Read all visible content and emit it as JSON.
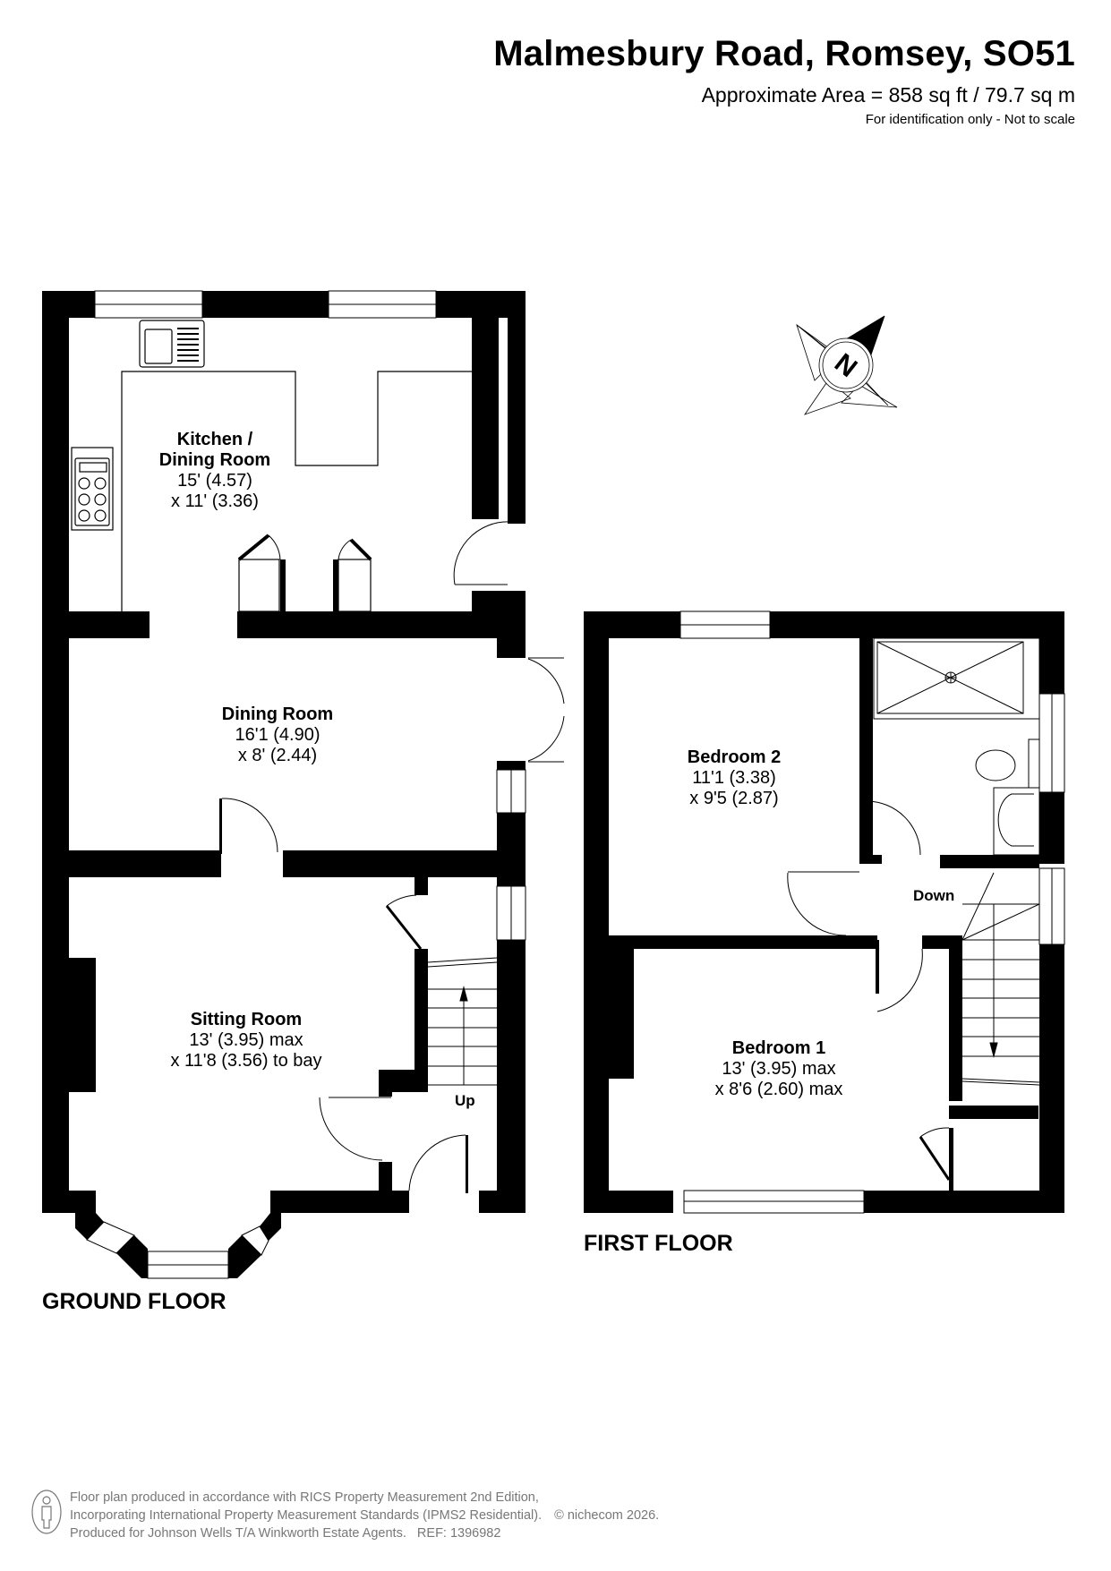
{
  "header": {
    "title": "Malmesbury Road, Romsey, SO51",
    "area": "Approximate Area = 858 sq ft / 79.7 sq m",
    "note": "For identification only - Not to scale"
  },
  "compass": {
    "icon": "north-arrow-icon",
    "label": "N"
  },
  "ground_floor": {
    "label": "GROUND FLOOR",
    "rooms": [
      {
        "name": "Kitchen /",
        "name2": "Dining Room",
        "dim1": "15' (4.57)",
        "dim2": "x 11' (3.36)"
      },
      {
        "name": "Dining Room",
        "dim1": "16'1 (4.90)",
        "dim2": "x 8' (2.44)"
      },
      {
        "name": "Sitting Room",
        "dim1": "13' (3.95) max",
        "dim2": "x 11'8 (3.56) to bay"
      }
    ],
    "stairs_label": "Up"
  },
  "first_floor": {
    "label": "FIRST FLOOR",
    "rooms": [
      {
        "name": "Bedroom 2",
        "dim1": "11'1 (3.38)",
        "dim2": "x 9'5 (2.87)"
      },
      {
        "name": "Bedroom 1",
        "dim1": "13' (3.95) max",
        "dim2": "x 8'6 (2.60) max"
      }
    ],
    "stairs_label": "Down"
  },
  "footer": {
    "icon": "person-icon",
    "line1": "Floor plan produced in accordance with RICS Property Measurement 2nd Edition,",
    "line2": "Incorporating International Property Measurement Standards (IPMS2 Residential).",
    "copyright": "© nichecom 2026.",
    "line3": "Produced for Johnson Wells T/A Winkworth Estate Agents.   REF: 1396982"
  }
}
